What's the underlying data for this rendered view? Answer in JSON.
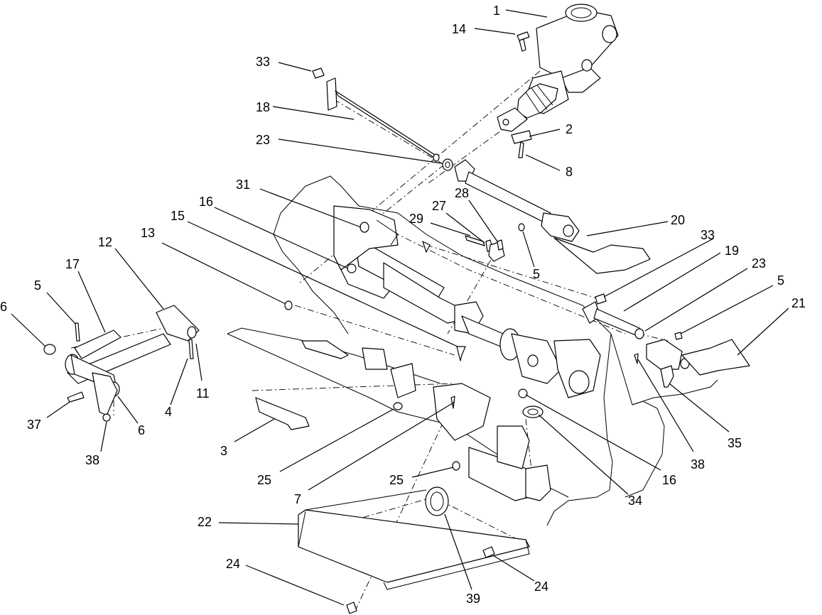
{
  "diagram": {
    "callouts": [
      {
        "id": "c1",
        "label": "1"
      },
      {
        "id": "c14",
        "label": "14"
      },
      {
        "id": "c33a",
        "label": "33"
      },
      {
        "id": "c18",
        "label": "18"
      },
      {
        "id": "c23a",
        "label": "23"
      },
      {
        "id": "c2",
        "label": "2"
      },
      {
        "id": "c8",
        "label": "8"
      },
      {
        "id": "c31",
        "label": "31"
      },
      {
        "id": "c28",
        "label": "28"
      },
      {
        "id": "c27",
        "label": "27"
      },
      {
        "id": "c29",
        "label": "29"
      },
      {
        "id": "c16a",
        "label": "16"
      },
      {
        "id": "c15",
        "label": "15"
      },
      {
        "id": "c12",
        "label": "12"
      },
      {
        "id": "c13",
        "label": "13"
      },
      {
        "id": "c20",
        "label": "20"
      },
      {
        "id": "c33b",
        "label": "33"
      },
      {
        "id": "c19",
        "label": "19"
      },
      {
        "id": "c23b",
        "label": "23"
      },
      {
        "id": "c5a",
        "label": "5"
      },
      {
        "id": "c21",
        "label": "21"
      },
      {
        "id": "c5b",
        "label": "5"
      },
      {
        "id": "c17",
        "label": "17"
      },
      {
        "id": "c5c",
        "label": "5"
      },
      {
        "id": "c6a",
        "label": "6"
      },
      {
        "id": "c4",
        "label": "4"
      },
      {
        "id": "c11",
        "label": "11"
      },
      {
        "id": "c37",
        "label": "37"
      },
      {
        "id": "c6b",
        "label": "6"
      },
      {
        "id": "c38a",
        "label": "38"
      },
      {
        "id": "c3",
        "label": "3"
      },
      {
        "id": "c25a",
        "label": "25"
      },
      {
        "id": "c7",
        "label": "7"
      },
      {
        "id": "c25b",
        "label": "25"
      },
      {
        "id": "c16b",
        "label": "16"
      },
      {
        "id": "c34",
        "label": "34"
      },
      {
        "id": "c35",
        "label": "35"
      },
      {
        "id": "c38b",
        "label": "38"
      },
      {
        "id": "c22",
        "label": "22"
      },
      {
        "id": "c24a",
        "label": "24"
      },
      {
        "id": "c39",
        "label": "39"
      },
      {
        "id": "c24b",
        "label": "24"
      }
    ]
  }
}
